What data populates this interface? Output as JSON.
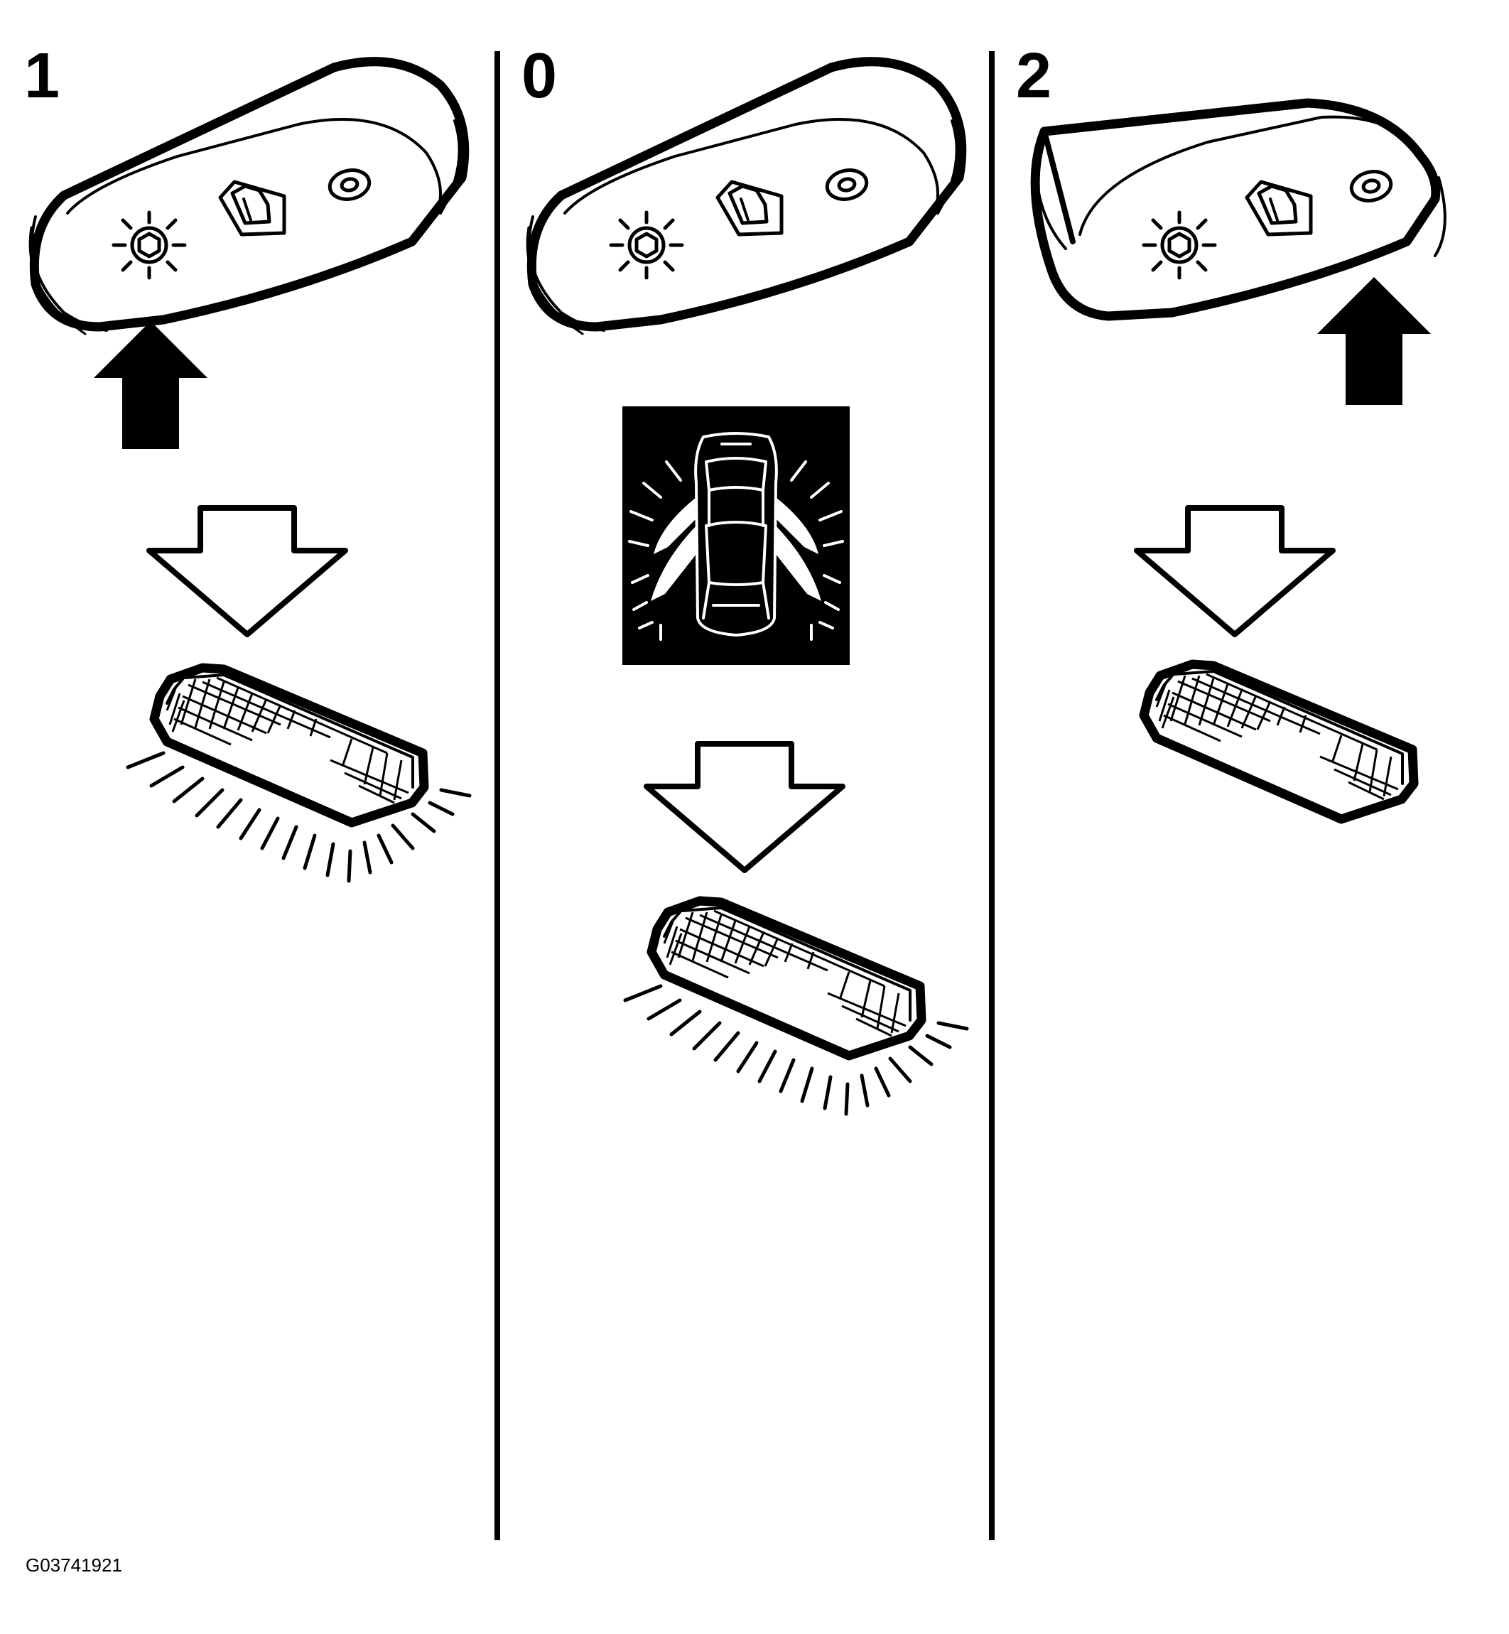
{
  "panels": [
    {
      "label": "1",
      "description_icons": [
        "interior-light-icon",
        "door-icon",
        "off-icon"
      ],
      "lamp_on": true
    },
    {
      "label": "0",
      "description_icons": [
        "interior-light-icon",
        "door-icon",
        "off-icon"
      ],
      "lamp_on": true,
      "door_indicator": "car-open-doors-icon"
    },
    {
      "label": "2",
      "description_icons": [
        "interior-light-icon",
        "door-icon",
        "off-icon"
      ],
      "lamp_on": false
    }
  ],
  "figure_id": "G03741921",
  "colors": {
    "line": "#000000",
    "background": "#ffffff"
  }
}
